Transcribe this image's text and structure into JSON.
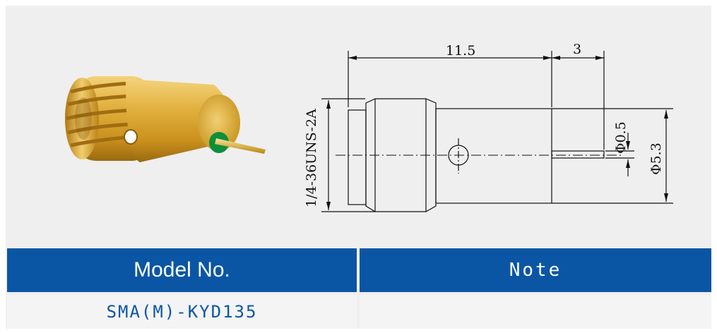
{
  "table": {
    "headers": {
      "model": "Model No.",
      "note": "Note"
    },
    "rows": [
      {
        "model": "SMA(M)-KYD135",
        "note": ""
      }
    ]
  },
  "drawing": {
    "dimensions": {
      "length_body": "11.5",
      "length_pin": "3",
      "pin_diameter": "Φ0.5",
      "body_diameter": "Φ5.3",
      "thread": "1/4-36UNS-2A"
    }
  },
  "colors": {
    "header_blue": "#0b56a4",
    "gold": "#d8a32a",
    "insulator_green": "#0e8f3a"
  }
}
